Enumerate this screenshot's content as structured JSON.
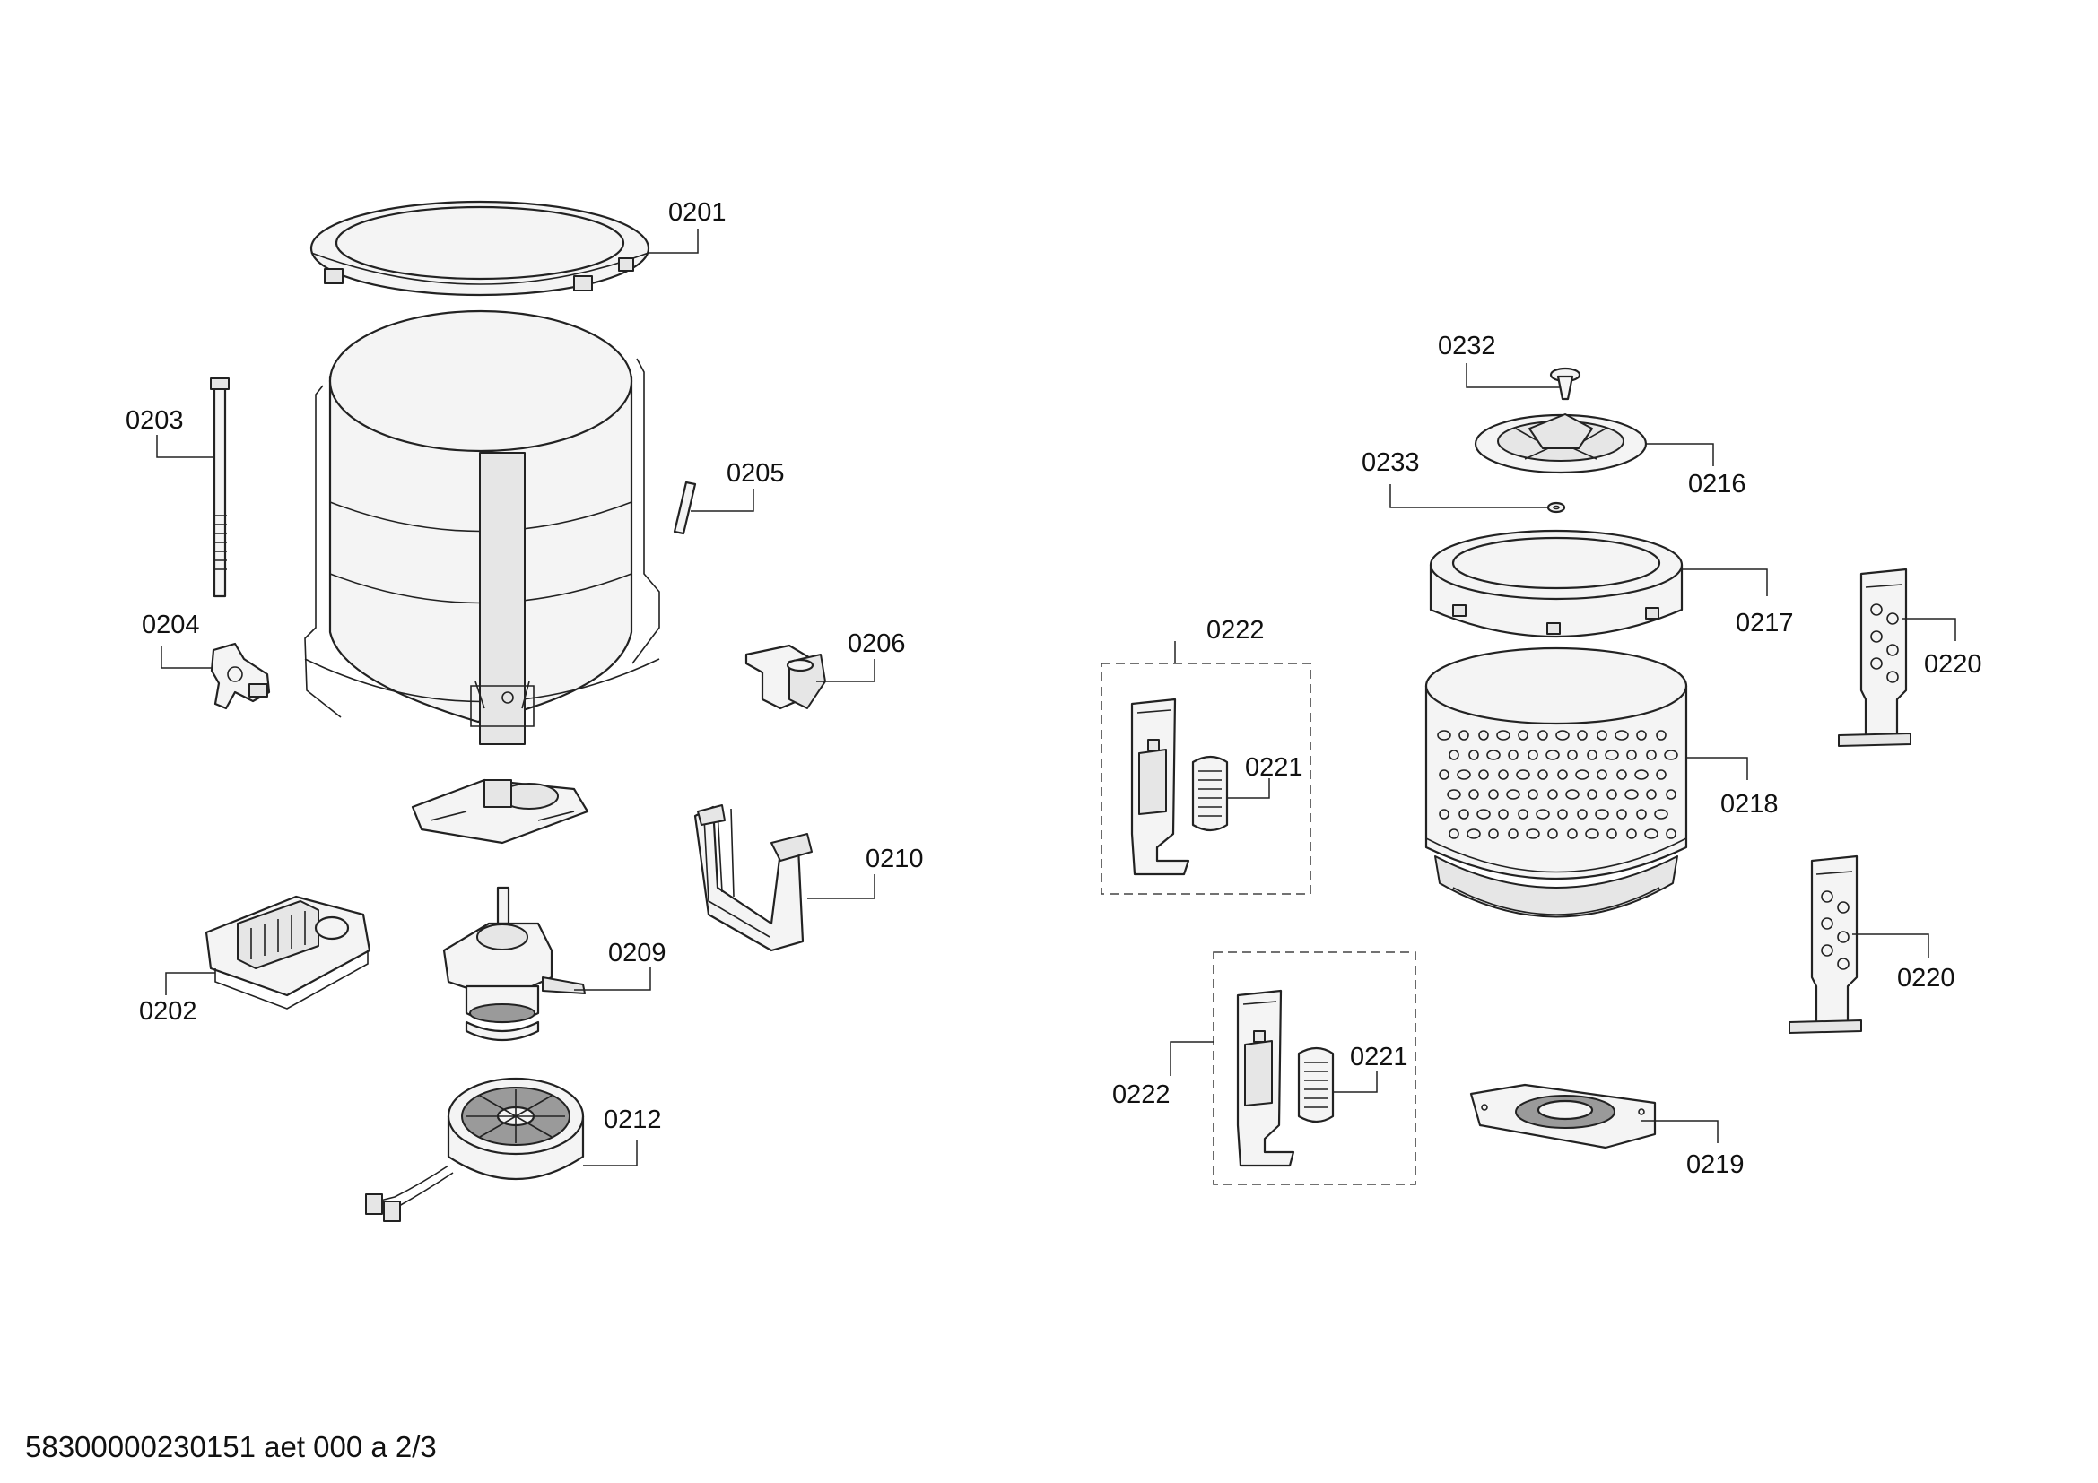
{
  "footer_text": "58300000230151 aet 000 a 2/3",
  "labels": {
    "p0201": "0201",
    "p0202": "0202",
    "p0203": "0203",
    "p0204": "0204",
    "p0205": "0205",
    "p0206": "0206",
    "p0209": "0209",
    "p0210": "0210",
    "p0212": "0212",
    "p0216": "0216",
    "p0217": "0217",
    "p0218": "0218",
    "p0219": "0219",
    "p0220a": "0220",
    "p0220b": "0220",
    "p0221a": "0221",
    "p0221b": "0221",
    "p0222a": "0222",
    "p0222b": "0222",
    "p0232": "0232",
    "p0233": "0233"
  }
}
